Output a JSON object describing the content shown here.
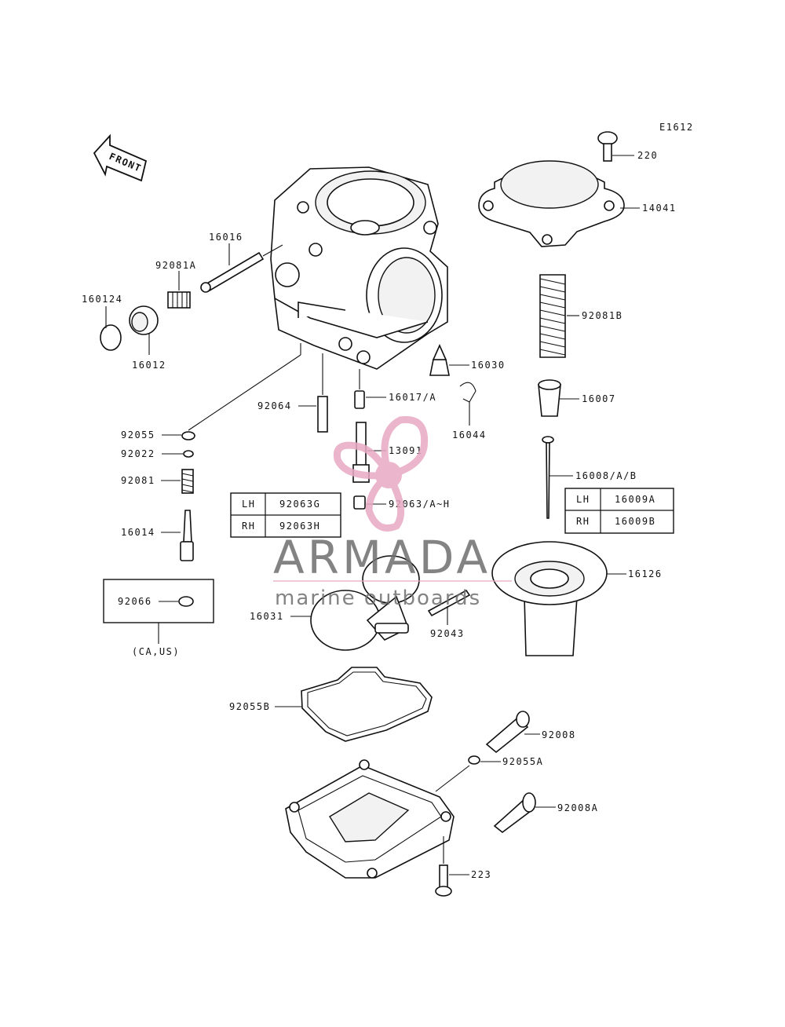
{
  "diagram_code": "E1612",
  "front_label": "FRONT",
  "parts": {
    "p220": "220",
    "p14041": "14041",
    "p92081B": "92081B",
    "p16007": "16007",
    "p16008": "16008/A/B",
    "p16126": "16126",
    "p16030": "16030",
    "p16044": "16044",
    "p16017": "16017/A",
    "p13091": "13091",
    "p92063": "92063/A~H",
    "p92064": "92064",
    "p16016": "16016",
    "p92081A": "92081A",
    "p160124": "160124",
    "p16012": "16012",
    "p92055": "92055",
    "p92022": "92022",
    "p92081": "92081",
    "p16014": "16014",
    "p92066": "92066",
    "p16031": "16031",
    "p92043": "92043",
    "p92055B": "92055B",
    "p92008": "92008",
    "p92055A": "92055A",
    "p92008A": "92008A",
    "p223": "223"
  },
  "table_92063": [
    {
      "side": "LH",
      "part": "92063G"
    },
    {
      "side": "RH",
      "part": "92063H"
    }
  ],
  "table_16009": [
    {
      "side": "LH",
      "part": "16009A"
    },
    {
      "side": "RH",
      "part": "16009B"
    }
  ],
  "region_note": "(CA,US)",
  "watermark": {
    "brand": "ARMADA",
    "tagline": "marine outboards",
    "logo_color": "#e8a9c3",
    "text_color": "#6e6e6e"
  }
}
